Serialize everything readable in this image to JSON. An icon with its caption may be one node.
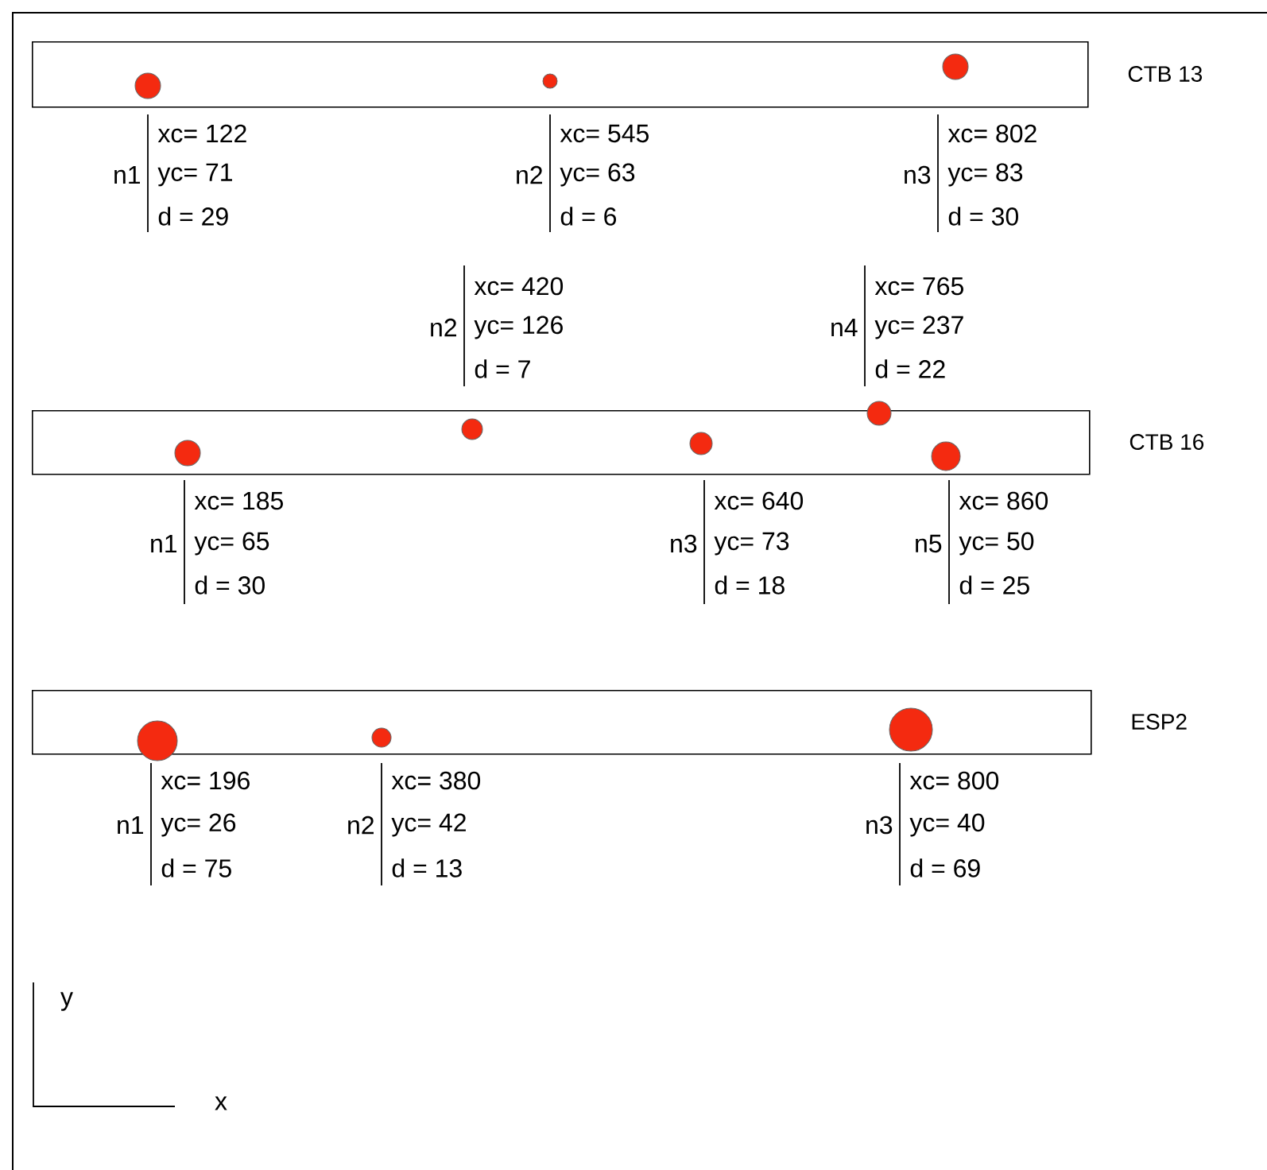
{
  "diagram": {
    "nodes": [
      {
        "text": [
          "CTB 13"
        ]
      },
      {
        "text": [],
        "shape": "circle",
        "in": 0,
        "beside": [
          "n1",
          "xc= 122",
          "yc=  71",
          "d =  29"
        ]
      },
      {
        "text": [],
        "shape": "circle",
        "in": 0,
        "beside": [
          "n2",
          "xc= 545",
          "yc=  63",
          "d =    6"
        ]
      },
      {
        "text": [],
        "shape": "circle",
        "in": 0,
        "beside": [
          "n3",
          "xc= 802",
          "yc=  83",
          "d =  30"
        ]
      },
      {
        "text": [
          "CTB 16"
        ]
      },
      {
        "text": [],
        "shape": "circle",
        "in": 4,
        "beside": [
          "n1",
          "xc= 185",
          "yc=  65",
          "d =  30"
        ]
      },
      {
        "text": [],
        "shape": "circle",
        "in": 4,
        "beside": [
          "n2",
          "xc= 420",
          "yc= 126",
          "d =    7"
        ]
      },
      {
        "text": [],
        "shape": "circle",
        "in": 4,
        "beside": [
          "n3",
          "xc= 640",
          "yc=  73",
          "d =  18"
        ]
      },
      {
        "text": [],
        "shape": "circle",
        "in": 4,
        "beside": [
          "n4",
          "xc= 765",
          "yc= 237",
          "d =  22"
        ]
      },
      {
        "text": [],
        "shape": "circle",
        "in": 4,
        "beside": [
          "n5",
          "xc= 860",
          "yc=  50",
          "d =  25"
        ]
      },
      {
        "text": [
          "ESP2"
        ]
      },
      {
        "text": [],
        "shape": "circle",
        "in": 10,
        "beside": [
          "n1",
          "xc= 196",
          "yc=  26",
          "d =  75"
        ]
      },
      {
        "text": [],
        "shape": "circle",
        "in": 10,
        "beside": [
          "n2",
          "xc= 380",
          "yc=  42",
          "d =  13"
        ]
      },
      {
        "text": [],
        "shape": "circle",
        "in": 10,
        "beside": [
          "n3",
          "xc= 800",
          "yc=  40",
          "d =  69"
        ]
      }
    ],
    "labels": [
      "y",
      "x"
    ]
  }
}
